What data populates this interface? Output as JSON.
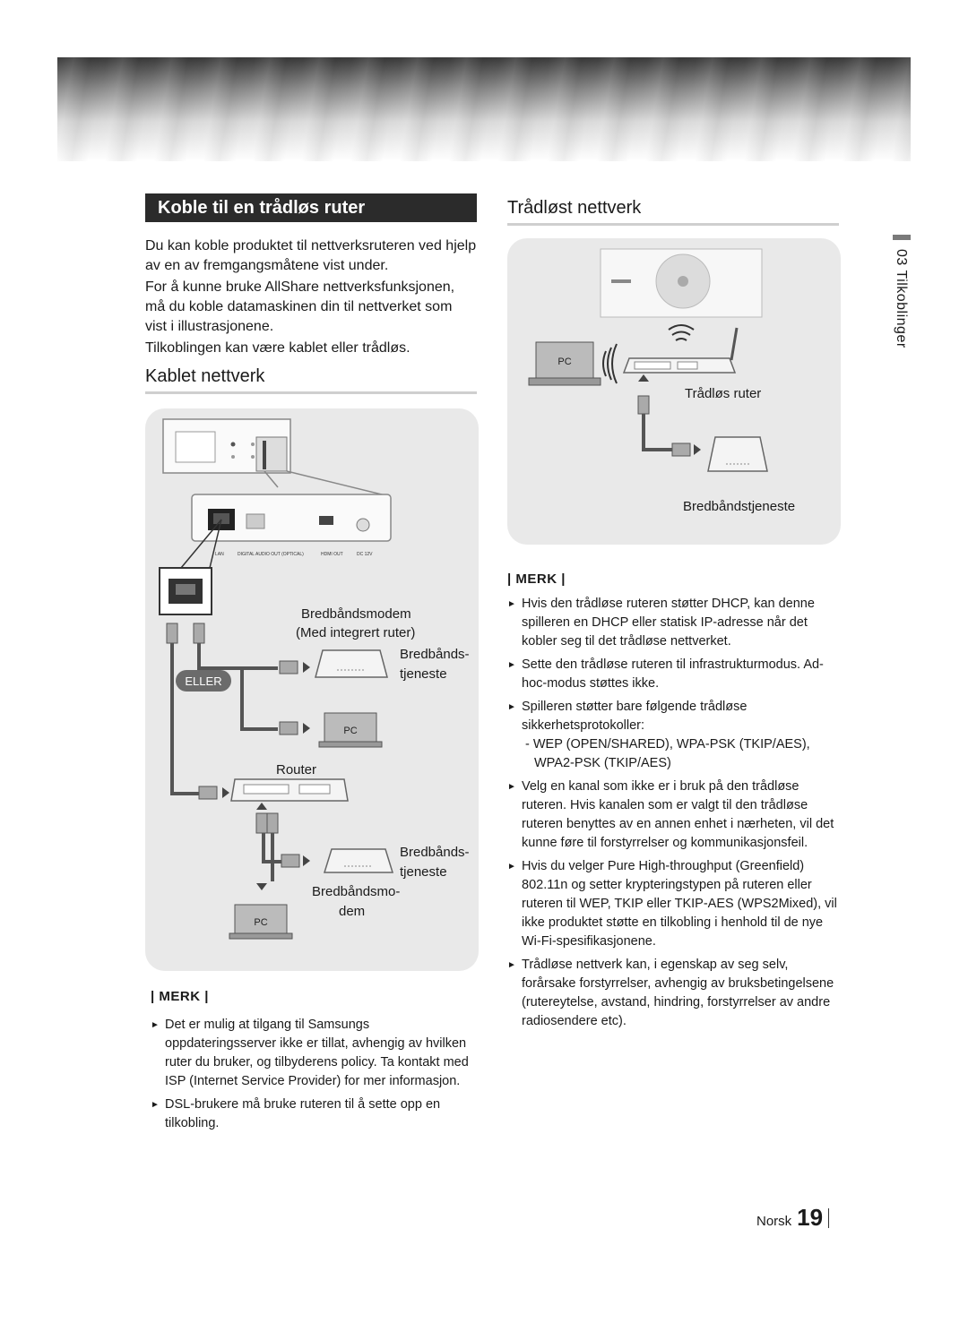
{
  "section": {
    "title": "Koble til en trådløs ruter"
  },
  "intro": {
    "p1": "Du kan koble produktet til nettverksruteren ved hjelp av en av fremgangsmåtene vist under.",
    "p2": "For å kunne bruke AllShare nettverksfunksjonen, må du koble datamaskinen din til nettverket som vist i illustrasjonene.",
    "p3": "Tilkoblingen kan være kablet eller trådløs."
  },
  "wired": {
    "heading": "Kablet nettverk",
    "port_labels": {
      "lan": "LAN",
      "digital_audio": "DIGITAL AUDIO OUT (OPTICAL)",
      "hdmi_out": "HDMI OUT",
      "dc": "DC 12V"
    },
    "modem_label_line1": "Bredbåndsmodem",
    "modem_label_line2": "(Med integrert ruter)",
    "service_label_1a": "Bredbånds-",
    "service_label_1b": "tjeneste",
    "or_label": "ELLER",
    "pc_label": "PC",
    "router_label": "Router",
    "service_label_2a": "Bredbånds-",
    "service_label_2b": "tjeneste",
    "modem2_label_a": "Bredbåndsmo-",
    "modem2_label_b": "dem",
    "pc_label_2": "PC"
  },
  "wired_notes": {
    "title": "| MERK |",
    "items": [
      "Det er mulig at tilgang til Samsungs oppdateringsserver ikke er tillat, avhengig av hvilken ruter du bruker, og tilbyderens policy. Ta kontakt med ISP (Internet Service Provider) for mer informasjon.",
      "DSL-brukere må bruke ruteren til å sette opp en tilkobling."
    ]
  },
  "wireless": {
    "heading": "Trådløst nettverk",
    "pc_label": "PC",
    "router_label": "Trådløs ruter",
    "service_label": "Bredbåndstjeneste"
  },
  "wireless_notes": {
    "title": "| MERK |",
    "items": [
      "Hvis den trådløse ruteren støtter DHCP, kan denne spilleren en DHCP eller statisk IP-adresse når det kobler seg til det trådløse nettverket.",
      "Sette den trådløse ruteren til infrastrukturmodus. Ad-hoc-modus støttes ikke.",
      "Spilleren støtter bare følgende trådløse sikkerhetsprotokoller:",
      "Velg en kanal som ikke er i bruk på den trådløse ruteren. Hvis kanalen som er valgt til den trådløse ruteren benyttes av en annen enhet i nærheten, vil det kunne føre til forstyrrelser og kommunikasjonsfeil.",
      "Hvis du velger Pure High-throughput (Greenfield) 802.11n og setter krypteringstypen på ruteren eller ruteren til WEP, TKIP eller TKIP-AES (WPS2Mixed), vil ikke produktet støtte en tilkobling i henhold til de nye Wi-Fi-spesifikasjonene.",
      "Trådløse nettverk kan, i egenskap av seg selv, forårsake forstyrrelser, avhengig av bruksbetingelsene (rutereytelse, avstand, hindring, forstyrrelser av andre radiosendere etc)."
    ],
    "sub_item": "WEP (OPEN/SHARED), WPA-PSK (TKIP/AES), WPA2-PSK (TKIP/AES)"
  },
  "side_tab": {
    "label": "03  Tilkoblinger"
  },
  "footer": {
    "language": "Norsk",
    "page": "19"
  }
}
